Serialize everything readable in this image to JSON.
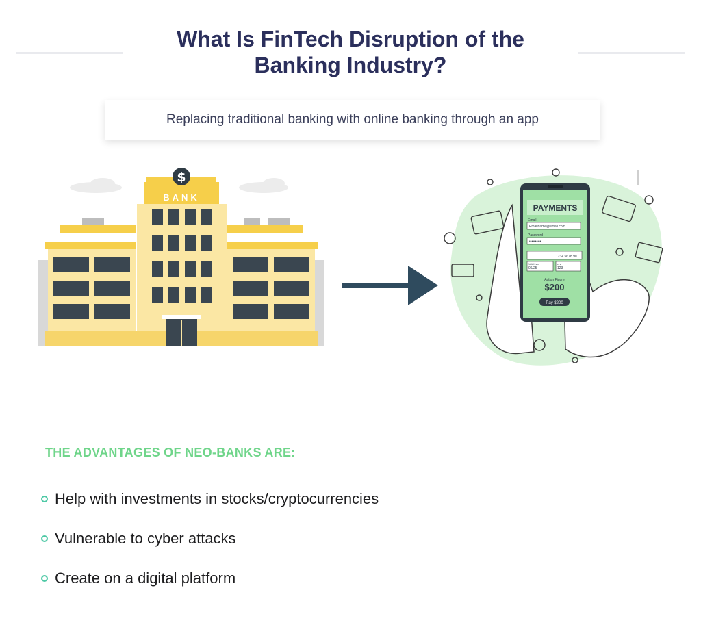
{
  "title": {
    "line1": "What Is FinTech Disruption of the",
    "line2": "Banking Industry?"
  },
  "subtitle": "Replacing traditional banking with online banking through an app",
  "bank_sign": "BANK",
  "phone": {
    "heading": "PAYMENTS",
    "email_label": "Email",
    "email_value": "Emailname@email.com",
    "password_label": "Password",
    "password_value": "••••••••••",
    "card_number": "1234 5678 90",
    "valid_label": "Valid thru",
    "valid_value": "06/25",
    "cvv_label": "cvv",
    "cvv_value": "123",
    "amount_label": "Action Figure",
    "amount": "$200",
    "pay_button": "Pay $200"
  },
  "advantages": {
    "heading": "THE ADVANTAGES OF NEO-BANKS ARE:",
    "items": [
      "Help with investments in stocks/cryptocurrencies",
      "Vulnerable to cyber attacks",
      "Create on a digital platform"
    ]
  },
  "colors": {
    "title": "#2b2f5c",
    "accent_green": "#6fd58a",
    "bullet": "#4fc9a6",
    "bank_yellow": "#f6cf4a",
    "arrow": "#2f4b5e"
  }
}
